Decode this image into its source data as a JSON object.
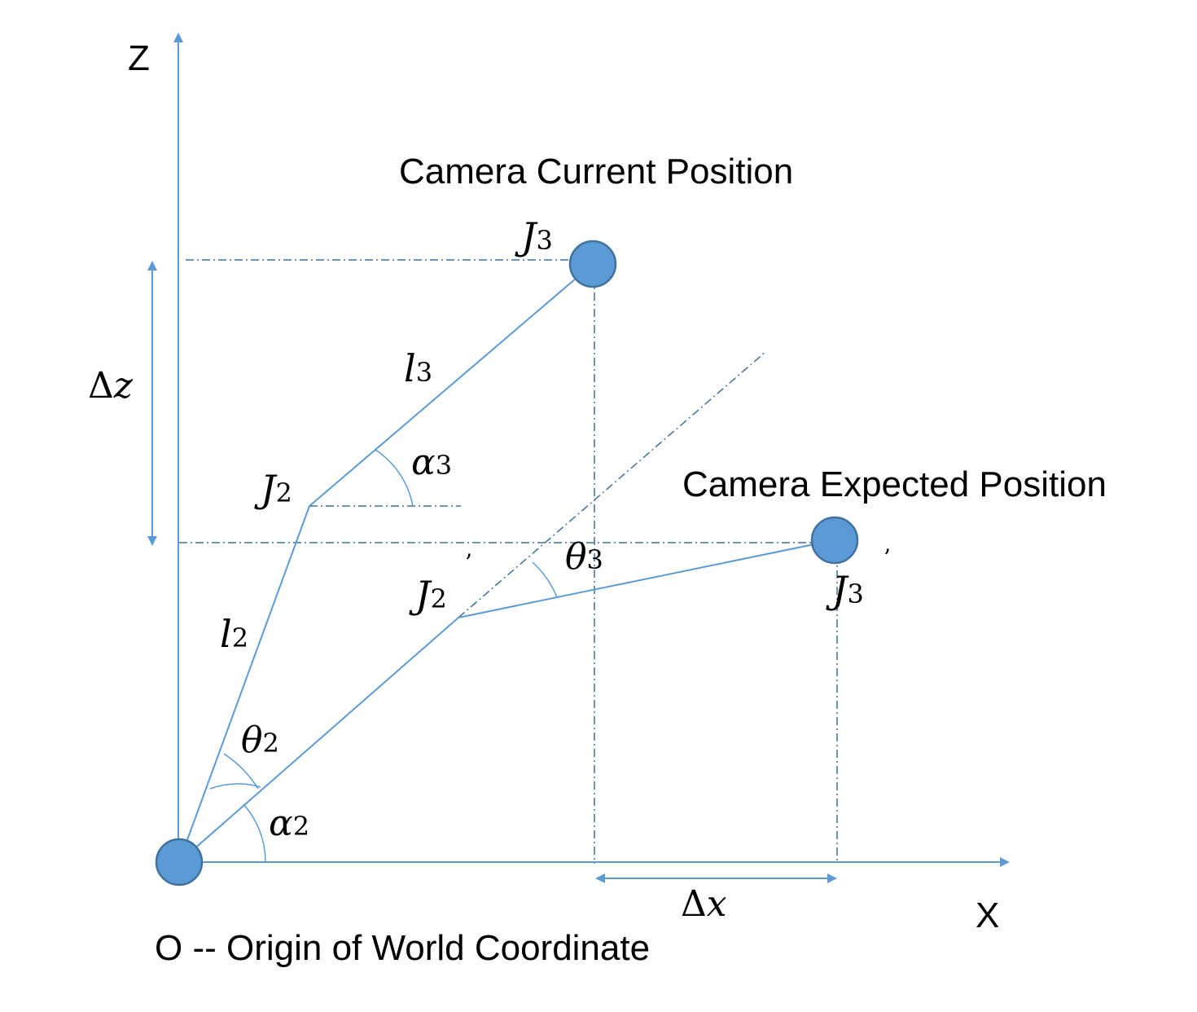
{
  "colors": {
    "line": "#5b9bd5",
    "dashed": "#41719c",
    "joint_fill": "#5b9bd5",
    "joint_stroke": "#41719c",
    "text": "#000000"
  },
  "axes": {
    "z_label": "Z",
    "x_label": "X"
  },
  "labels": {
    "current_position": "Camera Current Position",
    "expected_position": "Camera Expected Position",
    "origin": "O -- Origin of World Coordinate"
  },
  "symbols": {
    "j3": {
      "base": "J",
      "sub": "3"
    },
    "j2": {
      "base": "J",
      "sub": "2"
    },
    "j2_prime": {
      "base": "J",
      "sub": "2",
      "prime": "’"
    },
    "j3_prime": {
      "base": "J",
      "sub": "3",
      "prime": "’"
    },
    "l3": {
      "base": "l",
      "sub": "3"
    },
    "l2": {
      "base": "l",
      "sub": "2"
    },
    "alpha3": {
      "base": "α",
      "sub": "3"
    },
    "alpha2": {
      "base": "α",
      "sub": "2"
    },
    "theta3": {
      "base": "θ",
      "sub": "3"
    },
    "theta2": {
      "base": "θ",
      "sub": "2"
    },
    "delta_z": {
      "delta": "Δ",
      "var": "z"
    },
    "delta_x": {
      "delta": "Δ",
      "var": "x"
    }
  }
}
